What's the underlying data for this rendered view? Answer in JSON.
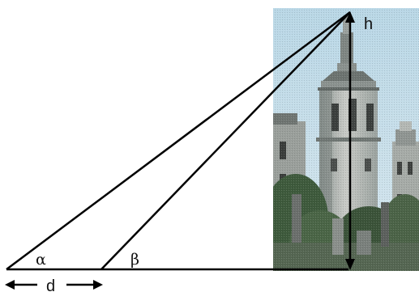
{
  "diagram": {
    "labels": {
      "height": "h",
      "distance": "d",
      "angle_near": "β",
      "angle_far": "α"
    },
    "colors": {
      "line": "#000000",
      "sky": "#a9ccdc",
      "tower_stone": "#b8bbb8",
      "tower_shadow": "#7d8580",
      "foliage": "#3e5a3c",
      "roof_dark": "#4a4a48"
    }
  }
}
